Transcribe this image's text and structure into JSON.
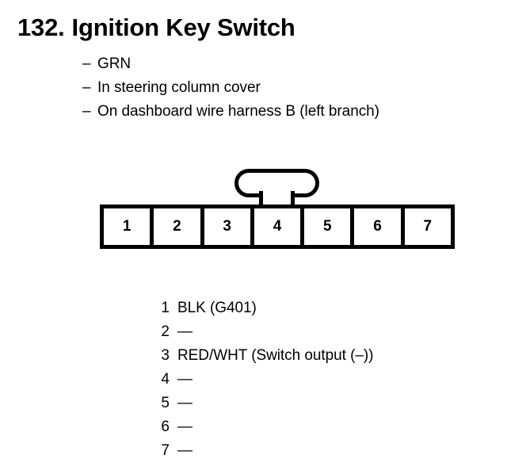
{
  "header": {
    "number": "132.",
    "title": "Ignition Key Switch"
  },
  "notes": {
    "dash": "–",
    "items": [
      "GRN",
      "In steering column cover",
      "On dashboard wire harness B (left branch)"
    ]
  },
  "connector": {
    "pin_count": 7,
    "pins": [
      "1",
      "2",
      "3",
      "4",
      "5",
      "6",
      "7"
    ],
    "latch_over_pin": "4"
  },
  "pin_list": [
    {
      "pin": "1",
      "value": "BLK (G401)"
    },
    {
      "pin": "2",
      "value": "—"
    },
    {
      "pin": "3",
      "value": "RED/WHT (Switch output (–))"
    },
    {
      "pin": "4",
      "value": "—"
    },
    {
      "pin": "5",
      "value": "—"
    },
    {
      "pin": "6",
      "value": "—"
    },
    {
      "pin": "7",
      "value": "—"
    }
  ],
  "colors": {
    "ink": "#000000",
    "page": "#ffffff"
  }
}
